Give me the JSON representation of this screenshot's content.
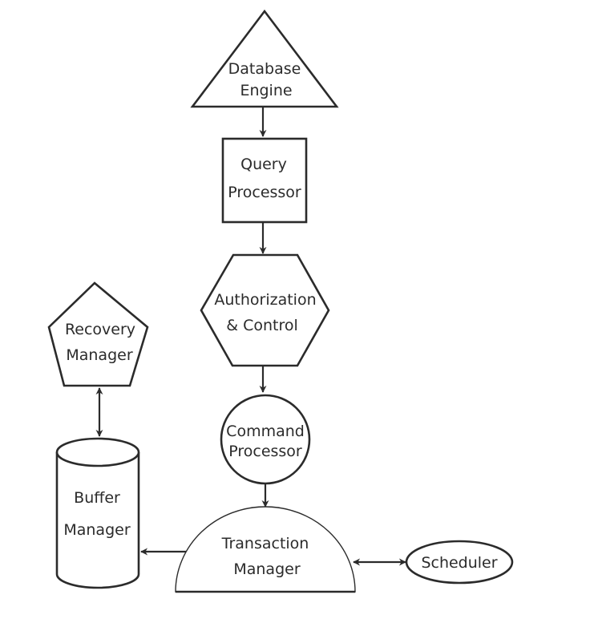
{
  "diagram": {
    "nodes": {
      "database_engine": {
        "line1": "Database",
        "line2": "Engine",
        "shape": "triangle"
      },
      "query_processor": {
        "line1": "Query",
        "line2": "Processor",
        "shape": "rectangle"
      },
      "authorization_control": {
        "line1": "Authorization",
        "line2": "& Control",
        "shape": "hexagon"
      },
      "command_processor": {
        "line1": "Command",
        "line2": "Processor",
        "shape": "circle"
      },
      "transaction_manager": {
        "line1": "Transaction",
        "line2": "Manager",
        "shape": "semicircle"
      },
      "recovery_manager": {
        "line1": "Recovery",
        "line2": "Manager",
        "shape": "pentagon"
      },
      "buffer_manager": {
        "line1": "Buffer",
        "line2": "Manager",
        "shape": "cylinder"
      },
      "scheduler": {
        "label": "Scheduler",
        "shape": "ellipse"
      }
    },
    "edges": [
      {
        "from": "Database Engine",
        "to": "Query Processor",
        "direction": "forward"
      },
      {
        "from": "Query Processor",
        "to": "Authorization & Control",
        "direction": "forward"
      },
      {
        "from": "Authorization & Control",
        "to": "Command Processor",
        "direction": "forward"
      },
      {
        "from": "Command Processor",
        "to": "Transaction Manager",
        "direction": "forward"
      },
      {
        "from": "Transaction Manager",
        "to": "Buffer Manager",
        "direction": "forward"
      },
      {
        "from": "Transaction Manager",
        "to": "Scheduler",
        "direction": "both"
      },
      {
        "from": "Recovery Manager",
        "to": "Buffer Manager",
        "direction": "both"
      }
    ],
    "colors": {
      "stroke": "#2b2b2b",
      "background": "#ffffff"
    }
  }
}
